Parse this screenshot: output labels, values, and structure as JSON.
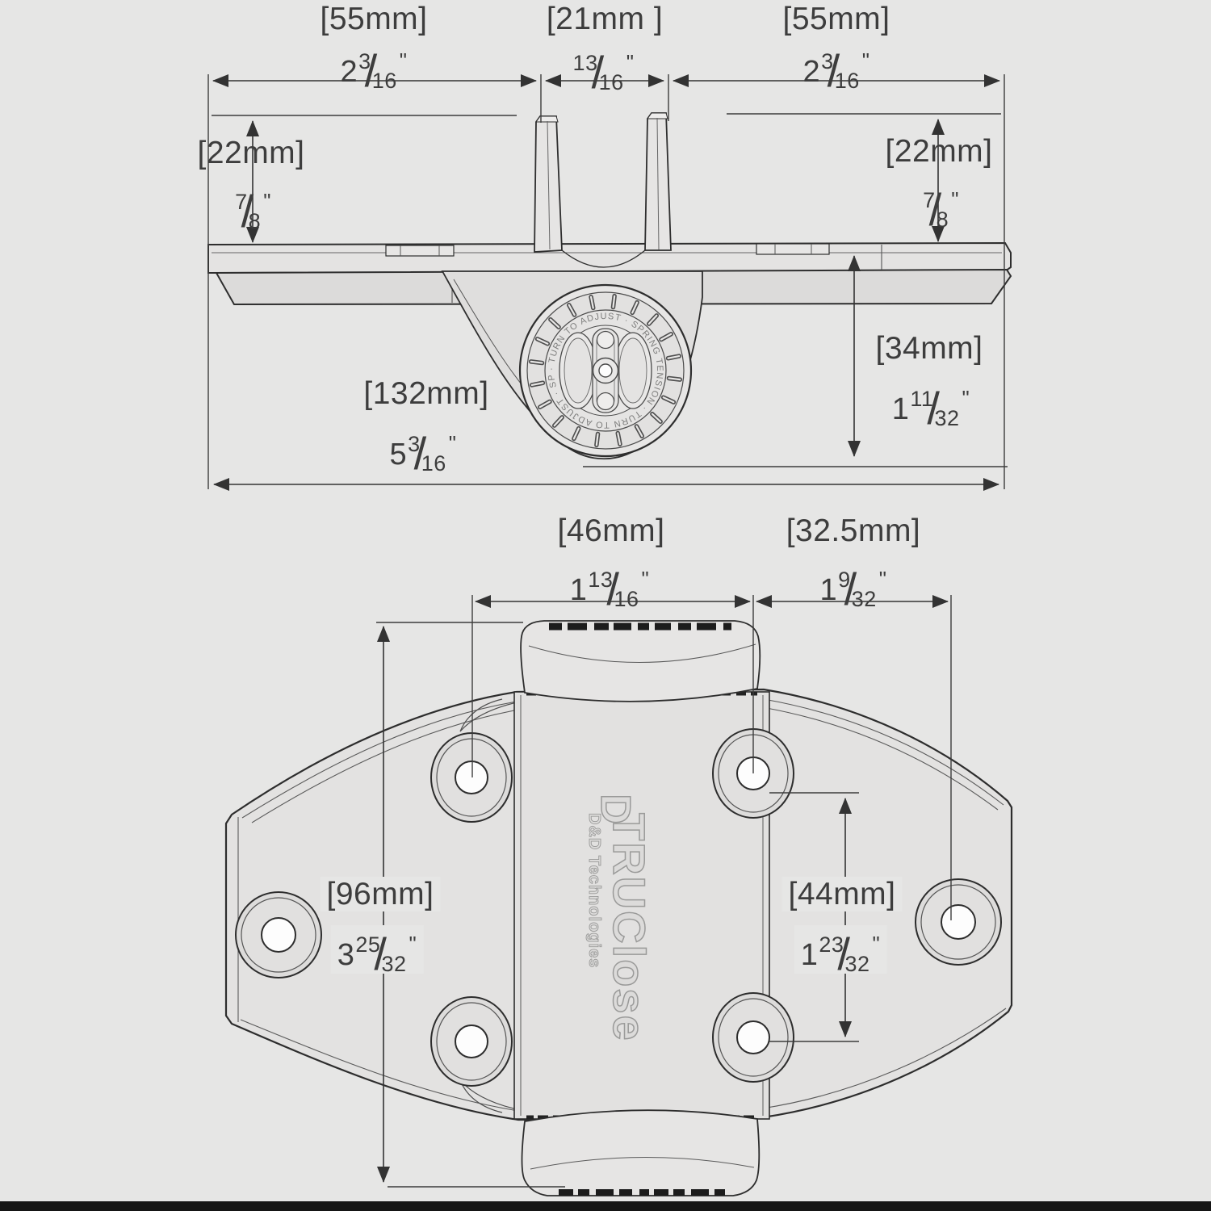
{
  "page": {
    "background": "#e6e6e5",
    "footer_bar_color": "#151515"
  },
  "units": {
    "inch": "\""
  },
  "emboss": {
    "logo_d": "D",
    "brand": "TRUClose",
    "company": "D&D Technologies"
  },
  "knob": {
    "ring_text": "· TURN TO ADJUST · SPRING TENSION · TURN TO ADJUST · SPRING TENSION "
  },
  "top_view": {
    "width_left": {
      "metric": "[55mm]",
      "whole": "2",
      "num": "3",
      "den": "16"
    },
    "width_center": {
      "metric": "[21mm ]",
      "whole": "",
      "num": "13",
      "den": "16"
    },
    "width_right": {
      "metric": "[55mm]",
      "whole": "2",
      "num": "3",
      "den": "16"
    },
    "height_left": {
      "metric": "[22mm]",
      "whole": "",
      "num": "7",
      "den": "8"
    },
    "height_right": {
      "metric": "[22mm]",
      "whole": "",
      "num": "7",
      "den": "8"
    },
    "overall_width": {
      "metric": "[132mm]",
      "whole": "5",
      "num": "3",
      "den": "16"
    },
    "depth": {
      "metric": "[34mm]",
      "whole": "1",
      "num": "11",
      "den": "32"
    }
  },
  "plan_view": {
    "hole_span_center": {
      "metric": "[46mm]",
      "whole": "1",
      "num": "13",
      "den": "16"
    },
    "hole_span_side": {
      "metric": "[32.5mm]",
      "whole": "1",
      "num": "9",
      "den": "32"
    },
    "overall_height": {
      "metric": "[96mm]",
      "whole": "3",
      "num": "25",
      "den": "32"
    },
    "hole_span_vertical": {
      "metric": "[44mm]",
      "whole": "1",
      "num": "23",
      "den": "32"
    }
  }
}
